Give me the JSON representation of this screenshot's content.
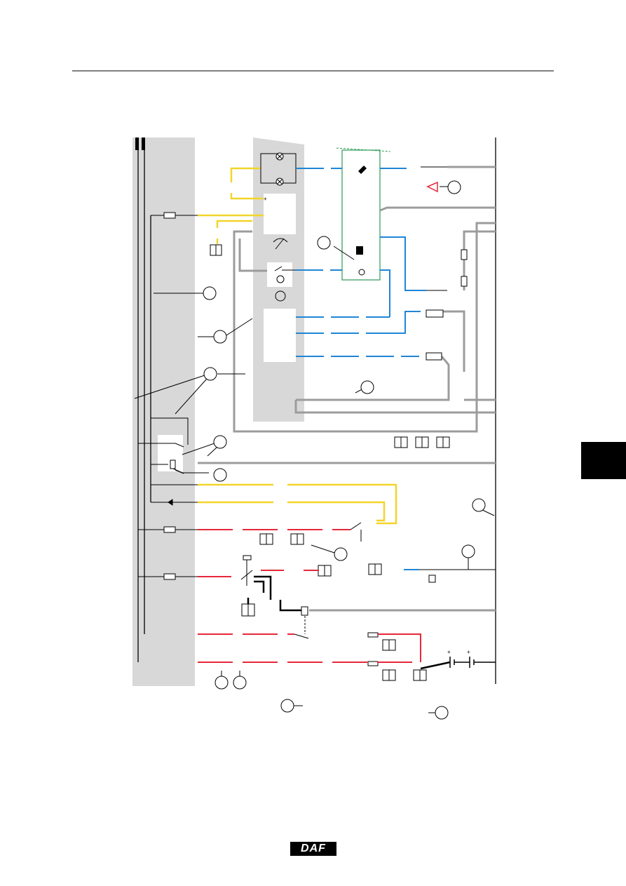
{
  "page": {
    "logo_text": "DAF",
    "header_rule": true,
    "chapter_tab": "black-block"
  },
  "diagram": {
    "kind": "wiring-diagram",
    "wire_colors": {
      "yellow": "#f2d52a",
      "blue": "#1f86d6",
      "red": "#e6283b",
      "green_frame": "#2b9a55",
      "grey_panel": "#d8d8d8",
      "black": "#000000"
    },
    "icons": [
      "lamp-icon",
      "fuse-icon",
      "connector-icon",
      "relay-icon",
      "diode-icon",
      "switch-icon",
      "battery-icon",
      "gauge-icon",
      "pressure-switch-icon",
      "warning-triangle-icon",
      "sensor-icon"
    ],
    "plus_sign": "+"
  }
}
